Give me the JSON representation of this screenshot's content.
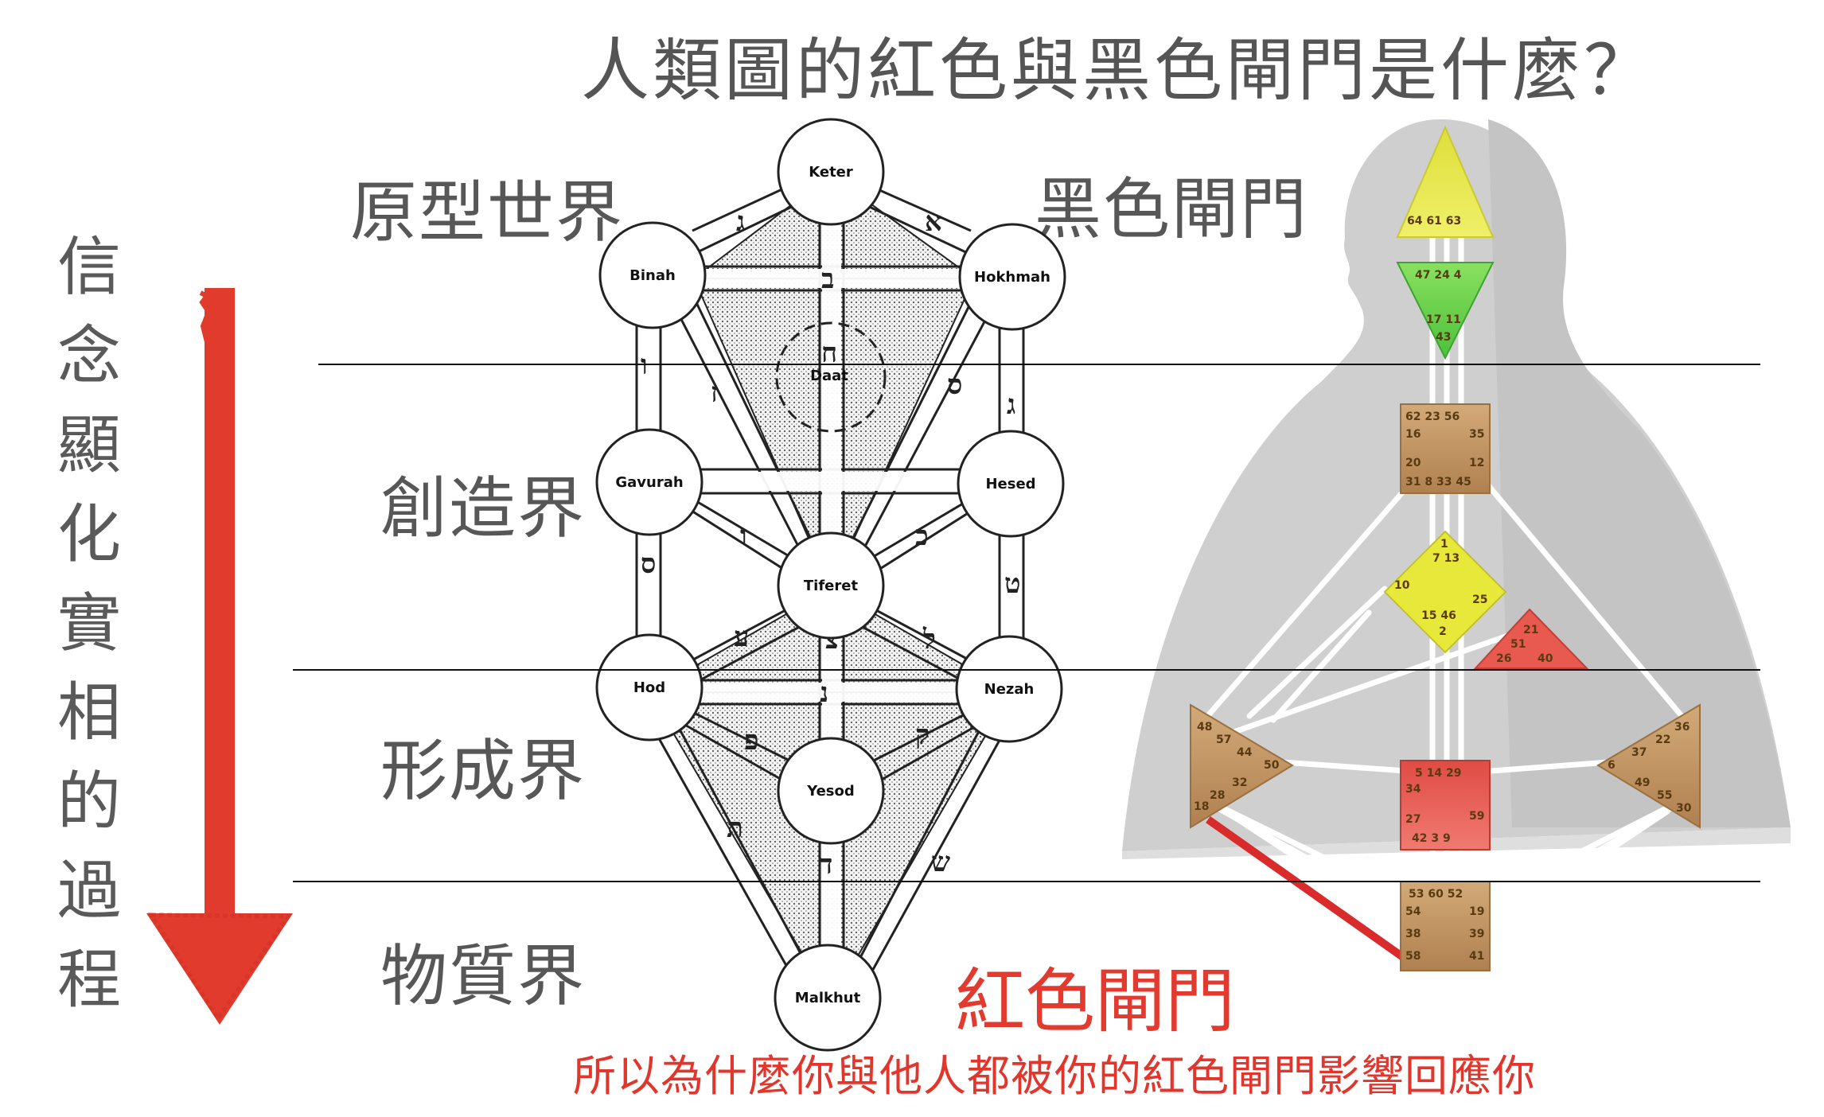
{
  "title": "人類圖的紅色與黑色閘門是什麼？",
  "left_label": {
    "chars": [
      "信",
      "念",
      "顯",
      "化",
      "實",
      "相",
      "的",
      "過",
      "程"
    ]
  },
  "worlds": {
    "archetypal": "原型世界",
    "creation": "創造界",
    "formation": "形成界",
    "material": "物質界"
  },
  "gate_labels": {
    "black": "黑色閘門",
    "red": "紅色閘門"
  },
  "footer": "所以為什麼你與他人都被你的紅色閘門影響回應你",
  "tree_of_life": {
    "nodes": [
      "Keter",
      "Binah",
      "Hokhmah",
      "Daat",
      "Gavurah",
      "Hesed",
      "Tiferet",
      "Hod",
      "Nezah",
      "Yesod",
      "Malkhut"
    ]
  },
  "bodygraph": {
    "head": "64 61 63",
    "ajna_top": "47 24 4",
    "ajna_bottom": "17 11",
    "ajna_43": "43",
    "throat": [
      "62 23 56",
      "16",
      "35",
      "20",
      "12",
      "31 8 33 45"
    ],
    "g_center": [
      "1",
      "7 13",
      "10",
      "25",
      "15 46",
      "2"
    ],
    "ego": [
      "21",
      "51",
      "26",
      "40"
    ],
    "spleen": [
      "48",
      "57",
      "44",
      "50",
      "32",
      "28",
      "18"
    ],
    "sacral": [
      "5 14 29",
      "34",
      "27",
      "59",
      "42 3 9"
    ],
    "solar_plexus": [
      "36",
      "22",
      "37",
      "6",
      "49",
      "55",
      "30"
    ],
    "root": [
      "53 60 52",
      "54",
      "19",
      "38",
      "39",
      "58",
      "41"
    ]
  },
  "colors": {
    "accent_red": "#e23a2e",
    "text_gray": "#575757"
  }
}
